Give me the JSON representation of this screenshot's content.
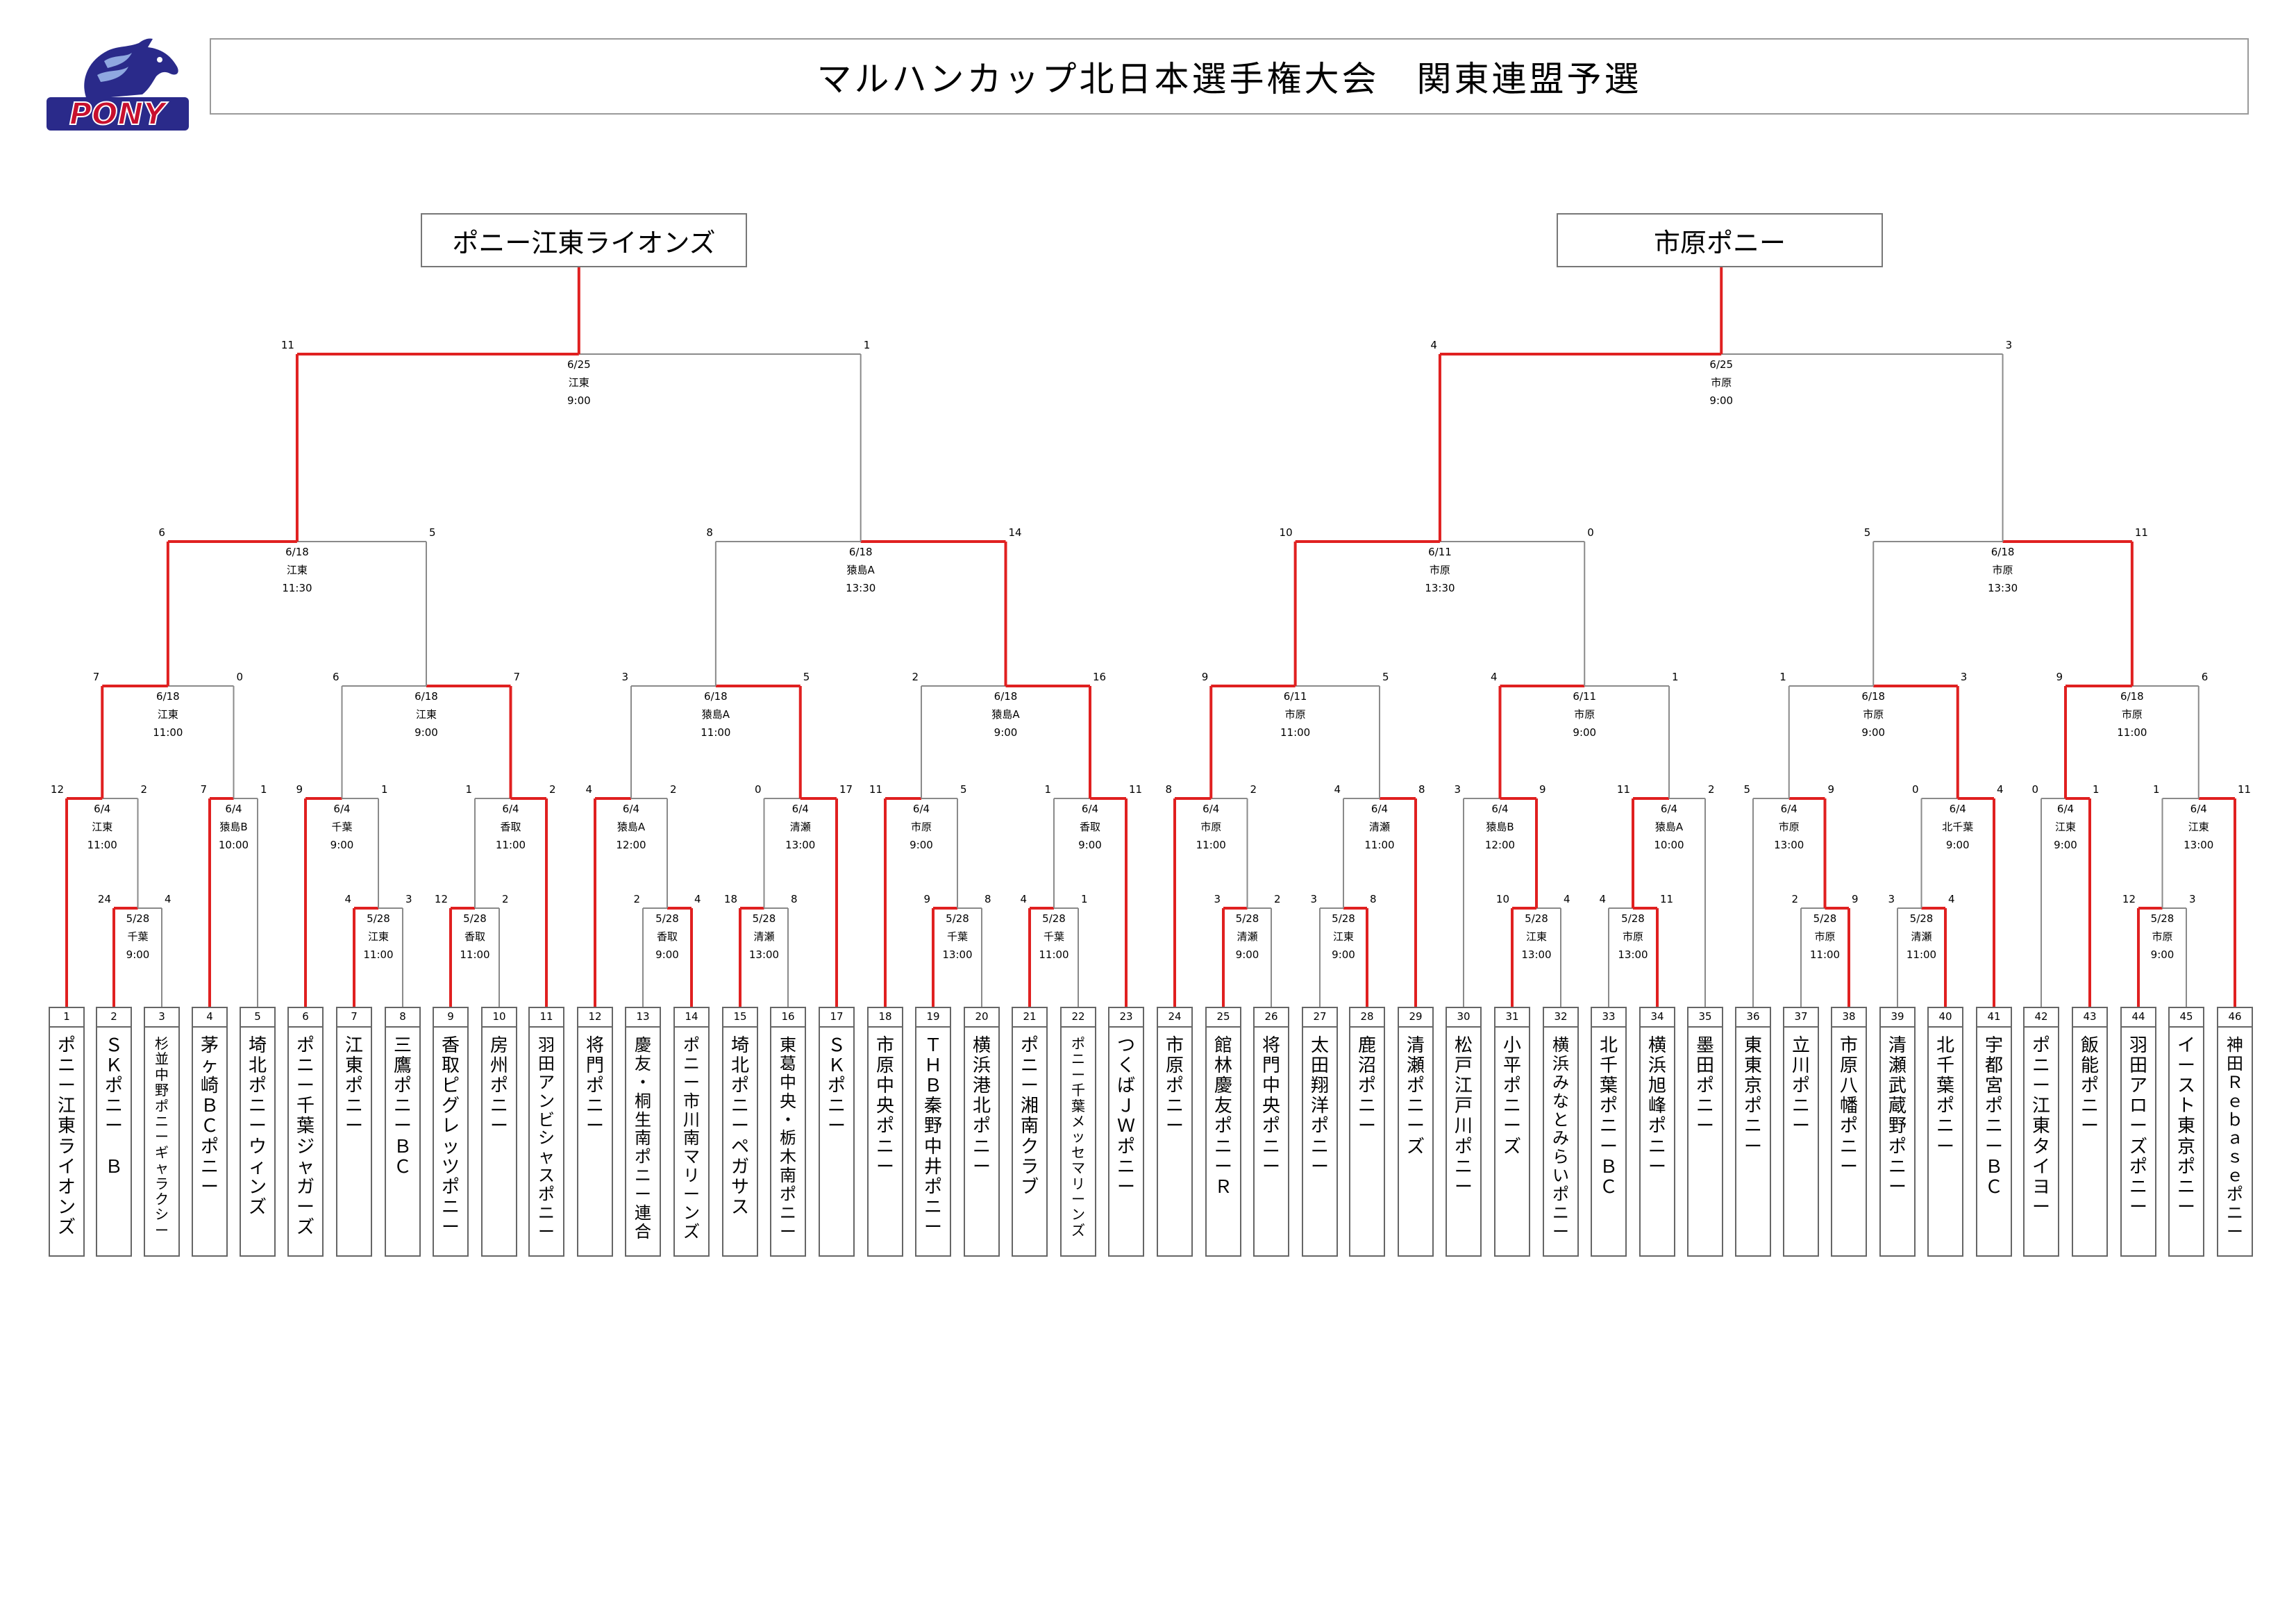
{
  "title": "マルハンカップ北日本選手権大会　関東連盟予選",
  "logo_text": "PONY",
  "winners": [
    "ポニー江東ライオンズ",
    "市原ポニー"
  ],
  "teams": [
    {
      "no": "1",
      "name": "ポニー江東ライオンズ"
    },
    {
      "no": "2",
      "name": "ＳＫポニー　Ｂ"
    },
    {
      "no": "3",
      "name": "杉並中野ポニーギャラクシー"
    },
    {
      "no": "4",
      "name": "茅ヶ崎ＢＣポニー"
    },
    {
      "no": "5",
      "name": "埼北ポニーウィンズ"
    },
    {
      "no": "6",
      "name": "ポニー千葉ジャガーズ"
    },
    {
      "no": "7",
      "name": "江東ポニー"
    },
    {
      "no": "8",
      "name": "三鷹ポニーＢＣ"
    },
    {
      "no": "9",
      "name": "香取ピグレッツポニー"
    },
    {
      "no": "10",
      "name": "房州ポニー"
    },
    {
      "no": "11",
      "name": "羽田アンビシャスポニー"
    },
    {
      "no": "12",
      "name": "将門ポニー"
    },
    {
      "no": "13",
      "name": "慶友・桐生南ポニー連合"
    },
    {
      "no": "14",
      "name": "ポニー市川南マリーンズ"
    },
    {
      "no": "15",
      "name": "埼北ポニーペガサス"
    },
    {
      "no": "16",
      "name": "東葛中央・栃木南ポニー"
    },
    {
      "no": "17",
      "name": "ＳＫポニー"
    },
    {
      "no": "18",
      "name": "市原中央ポニー"
    },
    {
      "no": "19",
      "name": "ＴＨＢ秦野中井ポニー"
    },
    {
      "no": "20",
      "name": "横浜港北ポニー"
    },
    {
      "no": "21",
      "name": "ポニー湘南クラブ"
    },
    {
      "no": "22",
      "name": "ポニー千葉メッセマリーンズ"
    },
    {
      "no": "23",
      "name": "つくばＪＷポニー"
    },
    {
      "no": "24",
      "name": "市原ポニー"
    },
    {
      "no": "25",
      "name": "館林慶友ポニーＲ"
    },
    {
      "no": "26",
      "name": "将門中央ポニー"
    },
    {
      "no": "27",
      "name": "太田翔洋ポニー"
    },
    {
      "no": "28",
      "name": "鹿沼ポニー"
    },
    {
      "no": "29",
      "name": "清瀬ポニーズ"
    },
    {
      "no": "30",
      "name": "松戸江戸川ポニー"
    },
    {
      "no": "31",
      "name": "小平ポニーズ"
    },
    {
      "no": "32",
      "name": "横浜みなとみらいポニー"
    },
    {
      "no": "33",
      "name": "北千葉ポニーＢＣ"
    },
    {
      "no": "34",
      "name": "横浜旭峰ポニー"
    },
    {
      "no": "35",
      "name": "墨田ポニー"
    },
    {
      "no": "36",
      "name": "東東京ポニー"
    },
    {
      "no": "37",
      "name": "立川ポニー"
    },
    {
      "no": "38",
      "name": "市原八幡ポニー"
    },
    {
      "no": "39",
      "name": "清瀬武蔵野ポニー"
    },
    {
      "no": "40",
      "name": "北千葉ポニー"
    },
    {
      "no": "41",
      "name": "宇都宮ポニーＢＣ"
    },
    {
      "no": "42",
      "name": "ポニー江東タイヨー"
    },
    {
      "no": "43",
      "name": "飯能ポニー"
    },
    {
      "no": "44",
      "name": "羽田アローズポニー"
    },
    {
      "no": "45",
      "name": "イースト東京ポニー"
    },
    {
      "no": "46",
      "name": "神田Ｒｅｂａｓｅポニー"
    }
  ],
  "matches": [
    {
      "id": "A1",
      "date": "5/28",
      "venue": "千葉",
      "time": "9:00",
      "score_l": "24",
      "score_r": "4",
      "winner": "L"
    },
    {
      "id": "A2",
      "date": "5/28",
      "venue": "江東",
      "time": "11:00",
      "score_l": "4",
      "score_r": "3",
      "winner": "L"
    },
    {
      "id": "A3",
      "date": "5/28",
      "venue": "香取",
      "time": "11:00",
      "score_l": "12",
      "score_r": "2",
      "winner": "L"
    },
    {
      "id": "A4",
      "date": "5/28",
      "venue": "香取",
      "time": "9:00",
      "score_l": "2",
      "score_r": "4",
      "winner": "R"
    },
    {
      "id": "A5",
      "date": "5/28",
      "venue": "清瀬",
      "time": "13:00",
      "score_l": "18",
      "score_r": "8",
      "winner": "L"
    },
    {
      "id": "A6",
      "date": "5/28",
      "venue": "千葉",
      "time": "13:00",
      "score_l": "9",
      "score_r": "8",
      "winner": "L"
    },
    {
      "id": "A7",
      "date": "5/28",
      "venue": "千葉",
      "time": "11:00",
      "score_l": "4",
      "score_r": "1",
      "winner": "L"
    },
    {
      "id": "A8",
      "date": "5/28",
      "venue": "清瀬",
      "time": "9:00",
      "score_l": "3",
      "score_r": "2",
      "winner": "L"
    },
    {
      "id": "A9",
      "date": "5/28",
      "venue": "江東",
      "time": "9:00",
      "score_l": "3",
      "score_r": "8",
      "winner": "R"
    },
    {
      "id": "A10",
      "date": "5/28",
      "venue": "江東",
      "time": "13:00",
      "score_l": "10",
      "score_r": "4",
      "winner": "L"
    },
    {
      "id": "A11",
      "date": "5/28",
      "venue": "市原",
      "time": "13:00",
      "score_l": "4",
      "score_r": "11",
      "winner": "R"
    },
    {
      "id": "A12",
      "date": "5/28",
      "venue": "市原",
      "time": "11:00",
      "score_l": "2",
      "score_r": "9",
      "winner": "R"
    },
    {
      "id": "A13",
      "date": "5/28",
      "venue": "清瀬",
      "time": "11:00",
      "score_l": "3",
      "score_r": "4",
      "winner": "R"
    },
    {
      "id": "A14",
      "date": "5/28",
      "venue": "市原",
      "time": "9:00",
      "score_l": "12",
      "score_r": "3",
      "winner": "L"
    },
    {
      "id": "B1",
      "date": "6/4",
      "venue": "江東",
      "time": "11:00",
      "score_l": "12",
      "score_r": "2",
      "winner": "L"
    },
    {
      "id": "B2",
      "date": "6/4",
      "venue": "猿島B",
      "time": "10:00",
      "score_l": "7",
      "score_r": "1",
      "winner": "L"
    },
    {
      "id": "B3",
      "date": "6/4",
      "venue": "千葉",
      "time": "9:00",
      "score_l": "9",
      "score_r": "1",
      "winner": "L"
    },
    {
      "id": "B4",
      "date": "6/4",
      "venue": "香取",
      "time": "11:00",
      "score_l": "1",
      "score_r": "2",
      "winner": "R"
    },
    {
      "id": "B5",
      "date": "6/4",
      "venue": "猿島A",
      "time": "12:00",
      "score_l": "4",
      "score_r": "2",
      "winner": "L"
    },
    {
      "id": "B6",
      "date": "6/4",
      "venue": "清瀬",
      "time": "13:00",
      "score_l": "0",
      "score_r": "17",
      "winner": "R"
    },
    {
      "id": "B7",
      "date": "6/4",
      "venue": "市原",
      "time": "9:00",
      "score_l": "11",
      "score_r": "5",
      "winner": "L"
    },
    {
      "id": "B8",
      "date": "6/4",
      "venue": "香取",
      "time": "9:00",
      "score_l": "1",
      "score_r": "11",
      "winner": "R"
    },
    {
      "id": "B9",
      "date": "6/4",
      "venue": "市原",
      "time": "11:00",
      "score_l": "8",
      "score_r": "2",
      "winner": "L"
    },
    {
      "id": "B10",
      "date": "6/4",
      "venue": "清瀬",
      "time": "11:00",
      "score_l": "4",
      "score_r": "8",
      "winner": "R"
    },
    {
      "id": "B11",
      "date": "6/4",
      "venue": "猿島B",
      "time": "12:00",
      "score_l": "3",
      "score_r": "9",
      "winner": "R"
    },
    {
      "id": "B12",
      "date": "6/4",
      "venue": "猿島A",
      "time": "10:00",
      "score_l": "11",
      "score_r": "2",
      "winner": "L"
    },
    {
      "id": "B13",
      "date": "6/4",
      "venue": "市原",
      "time": "13:00",
      "score_l": "5",
      "score_r": "9",
      "winner": "R"
    },
    {
      "id": "B14",
      "date": "6/4",
      "venue": "北千葉",
      "time": "9:00",
      "score_l": "0",
      "score_r": "4",
      "winner": "R"
    },
    {
      "id": "B15",
      "date": "6/4",
      "venue": "江東",
      "time": "9:00",
      "score_l": "0",
      "score_r": "1",
      "winner": "R"
    },
    {
      "id": "B16",
      "date": "6/4",
      "venue": "江東",
      "time": "13:00",
      "score_l": "1",
      "score_r": "11",
      "winner": "R"
    },
    {
      "id": "C1",
      "date": "6/18",
      "venue": "江東",
      "time": "11:00",
      "score_l": "7",
      "score_r": "0",
      "winner": "L"
    },
    {
      "id": "C2",
      "date": "6/18",
      "venue": "江東",
      "time": "9:00",
      "score_l": "6",
      "score_r": "7",
      "winner": "R"
    },
    {
      "id": "C3",
      "date": "6/18",
      "venue": "猿島A",
      "time": "11:00",
      "score_l": "3",
      "score_r": "5",
      "winner": "R"
    },
    {
      "id": "C4",
      "date": "6/18",
      "venue": "猿島A",
      "time": "9:00",
      "score_l": "2",
      "score_r": "16",
      "winner": "R"
    },
    {
      "id": "C5",
      "date": "6/11",
      "venue": "市原",
      "time": "11:00",
      "score_l": "9",
      "score_r": "5",
      "winner": "L"
    },
    {
      "id": "C6",
      "date": "6/11",
      "venue": "市原",
      "time": "9:00",
      "score_l": "4",
      "score_r": "1",
      "winner": "L"
    },
    {
      "id": "C7",
      "date": "6/18",
      "venue": "市原",
      "time": "9:00",
      "score_l": "1",
      "score_r": "3",
      "winner": "R"
    },
    {
      "id": "C8",
      "date": "6/18",
      "venue": "市原",
      "time": "11:00",
      "score_l": "9",
      "score_r": "6",
      "winner": "L"
    },
    {
      "id": "D1",
      "date": "6/18",
      "venue": "江東",
      "time": "11:30",
      "score_l": "6",
      "score_r": "5",
      "winner": "L"
    },
    {
      "id": "D2",
      "date": "6/18",
      "venue": "猿島A",
      "time": "13:30",
      "score_l": "8",
      "score_r": "14",
      "winner": "R"
    },
    {
      "id": "D3",
      "date": "6/11",
      "venue": "市原",
      "time": "13:30",
      "score_l": "10",
      "score_r": "0",
      "winner": "L"
    },
    {
      "id": "D4",
      "date": "6/18",
      "venue": "市原",
      "time": "13:30",
      "score_l": "5",
      "score_r": "11",
      "winner": "R"
    },
    {
      "id": "E1",
      "date": "6/25",
      "venue": "江東",
      "time": "9:00",
      "score_l": "11",
      "score_r": "1",
      "winner": "L"
    },
    {
      "id": "E2",
      "date": "6/25",
      "venue": "市原",
      "time": "9:00",
      "score_l": "4",
      "score_r": "3",
      "winner": "L"
    }
  ],
  "colors": {
    "winner_line": "#e02020",
    "loser_line": "#8a8a8a",
    "logo_text": "#c8102e",
    "logo_horse": "#2a2a8a"
  }
}
